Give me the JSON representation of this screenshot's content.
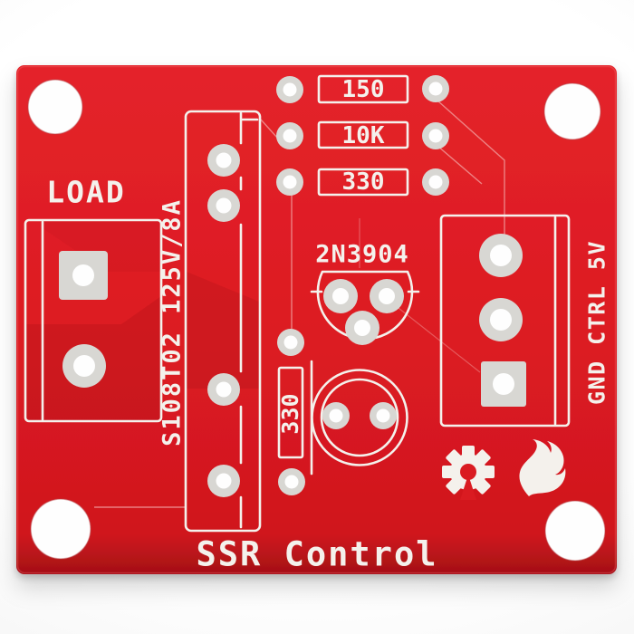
{
  "scene": {
    "type": "PCB product photo",
    "board_name": "SparkFun SSR Control breakout board"
  },
  "silkscreen": {
    "load": "LOAD",
    "relay_rating": "S108T02 125V/8A",
    "r_top_1": "150",
    "r_top_2": "10K",
    "r_top_3": "330",
    "r_side": "330",
    "transistor": "2N3904",
    "pin_labels": "GND CTRL 5V",
    "title": "SSR Control"
  },
  "icons": {
    "gear": "oshw-gear-icon",
    "flame": "sparkfun-flame-icon"
  },
  "colors": {
    "board_red": "#dc1b22",
    "board_red_dark": "#a31016",
    "silkscreen_white": "#f4f1ec",
    "pad_gray": "#d8d7d3",
    "hole_white": "#fefefe",
    "background": "#ffffff"
  }
}
